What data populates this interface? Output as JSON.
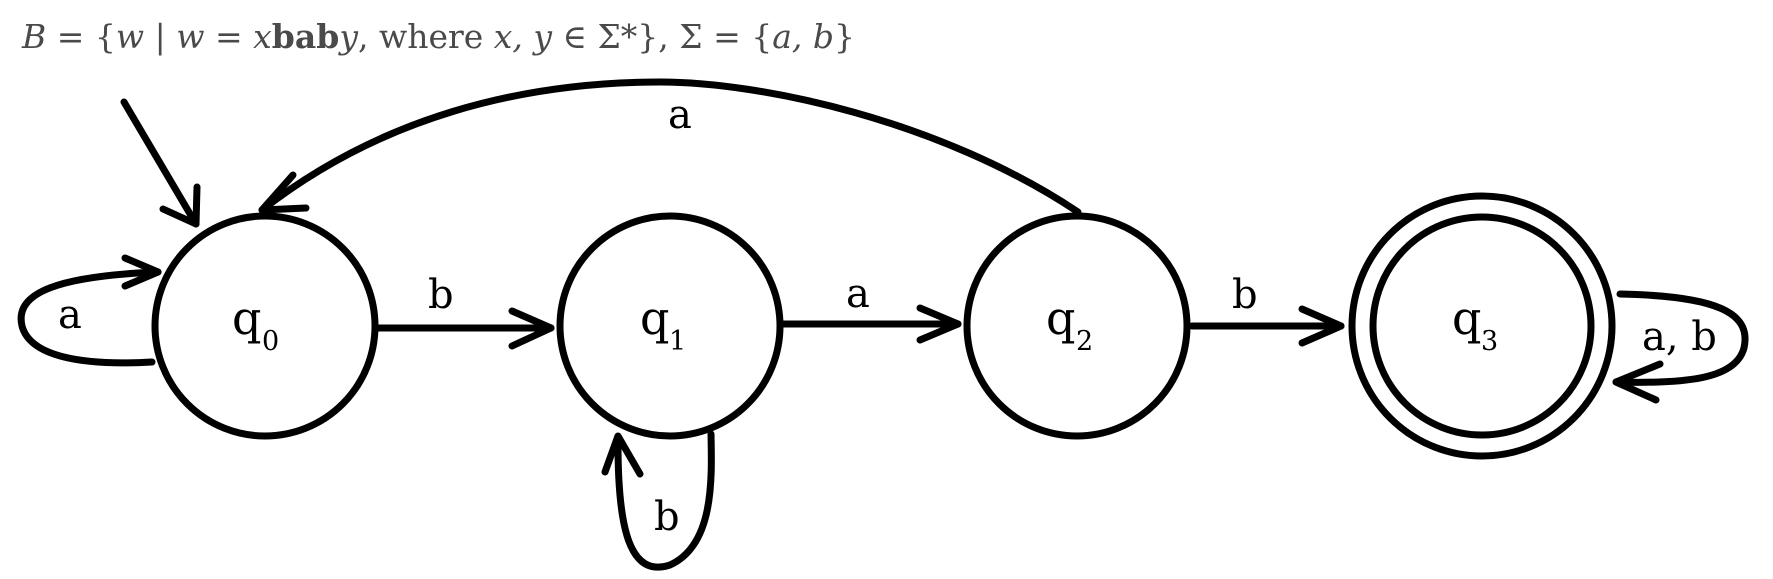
{
  "formula": {
    "lhs": "B",
    "eq": " = {",
    "w1": "w",
    "bar": " | ",
    "w2": "w",
    "eq2": " = ",
    "x": "x",
    "bab": "bab",
    "y": "y",
    "where": ",  where ",
    "xy": "x, y",
    "in": " ∈ ",
    "sigma_star": "Σ*",
    "close": "}, ",
    "sigma": "Σ",
    "eq3": " = {",
    "alphabet": "a, b",
    "end": "}"
  },
  "states": [
    {
      "id": "q0",
      "name": "q",
      "sub": "0",
      "accepting": false,
      "start": true
    },
    {
      "id": "q1",
      "name": "q",
      "sub": "1",
      "accepting": false,
      "start": false
    },
    {
      "id": "q2",
      "name": "q",
      "sub": "2",
      "accepting": false,
      "start": false
    },
    {
      "id": "q3",
      "name": "q",
      "sub": "3",
      "accepting": true,
      "start": false
    }
  ],
  "transitions": [
    {
      "from": "q0",
      "to": "q0",
      "label": "a"
    },
    {
      "from": "q0",
      "to": "q1",
      "label": "b"
    },
    {
      "from": "q1",
      "to": "q1",
      "label": "b"
    },
    {
      "from": "q1",
      "to": "q2",
      "label": "a"
    },
    {
      "from": "q2",
      "to": "q0",
      "label": "a"
    },
    {
      "from": "q2",
      "to": "q3",
      "label": "b"
    },
    {
      "from": "q3",
      "to": "q3",
      "label": "a, b"
    }
  ]
}
